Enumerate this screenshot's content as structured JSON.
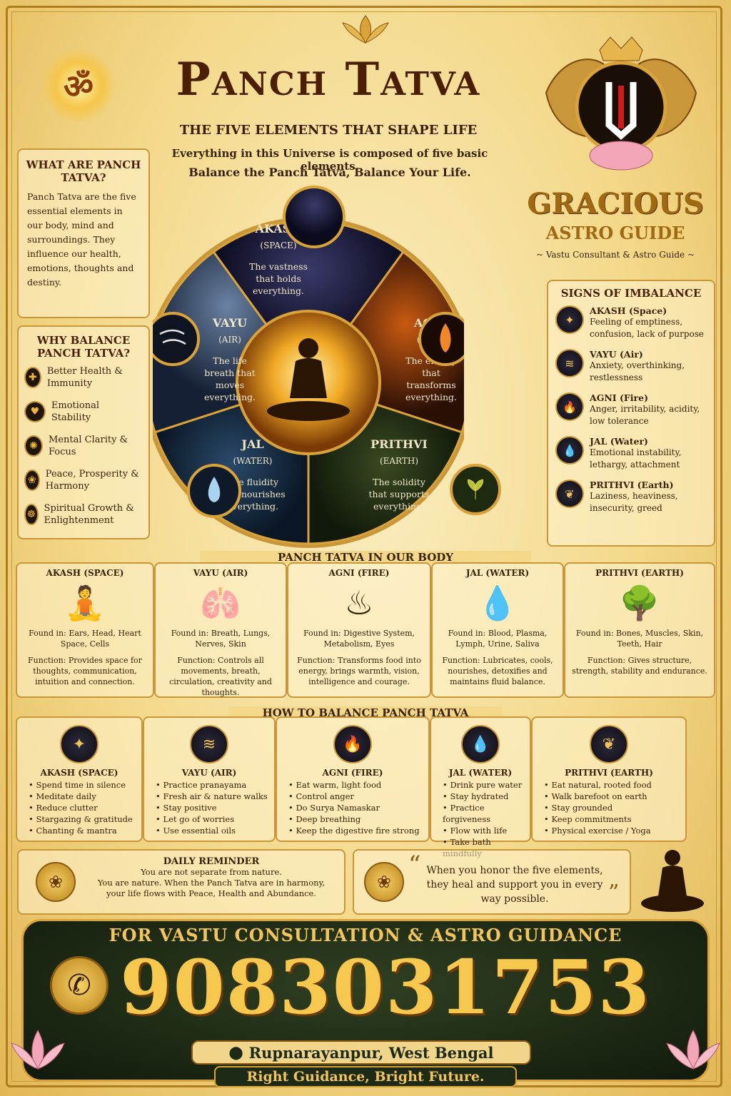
{
  "header": {
    "title": "Panch Tatva",
    "subtitle": "THE FIVE ELEMENTS THAT SHAPE LIFE",
    "line1": "Everything in this Universe is composed of five basic elements.",
    "line2": "Balance the Panch Tatva, Balance Your Life."
  },
  "brand": {
    "name": "GRACIOUS",
    "sub": "ASTRO GUIDE",
    "tagline": "~ Vastu Consultant & Astro Guide ~"
  },
  "what": {
    "title": "WHAT ARE PANCH TATVA?",
    "text": "Panch Tatva are the five essential elements in our body, mind and surroundings. They influence our health, emotions, thoughts and destiny."
  },
  "why": {
    "title": "WHY BALANCE PANCH TATVA?",
    "items": [
      "Better Health & Immunity",
      "Emotional Stability",
      "Mental Clarity & Focus",
      "Peace, Prosperity & Harmony",
      "Spiritual Growth & Enlightenment"
    ]
  },
  "wheel": [
    {
      "name": "AKASH",
      "sub": "(SPACE)",
      "desc": "The vastness that holds everything."
    },
    {
      "name": "AGNI",
      "sub": "(FIRE)",
      "desc": "The energy that transforms everything."
    },
    {
      "name": "PRITHVI",
      "sub": "(EARTH)",
      "desc": "The solidity that supports everything."
    },
    {
      "name": "JAL",
      "sub": "(WATER)",
      "desc": "The fluidity that nourishes everything."
    },
    {
      "name": "VAYU",
      "sub": "(AIR)",
      "desc": "The life breath that moves everything."
    }
  ],
  "imbalance": {
    "title": "SIGNS OF IMBALANCE",
    "items": [
      {
        "name": "AKASH (Space)",
        "text": "Feeling of emptiness, confusion, lack of purpose",
        "icon": "galaxy-icon"
      },
      {
        "name": "VAYU (Air)",
        "text": "Anxiety, overthinking, restlessness",
        "icon": "wind-icon"
      },
      {
        "name": "AGNI (Fire)",
        "text": "Anger, irritability, acidity, low tolerance",
        "icon": "flame-icon"
      },
      {
        "name": "JAL (Water)",
        "text": "Emotional instability, lethargy, attachment",
        "icon": "water-drop-icon"
      },
      {
        "name": "PRITHVI (Earth)",
        "text": "Laziness, heaviness, insecurity, greed",
        "icon": "leaf-icon"
      }
    ]
  },
  "body": {
    "title": "PANCH TATVA IN OUR BODY",
    "cols": [
      {
        "name": "AKASH (SPACE)",
        "found": "Found in: Ears, Head, Heart Space, Cells",
        "func": "Function: Provides space for thoughts, communication, intuition and connection."
      },
      {
        "name": "VAYU (AIR)",
        "found": "Found in: Breath, Lungs, Nerves, Skin",
        "func": "Function: Controls all movements, breath, circulation, creativity and thoughts."
      },
      {
        "name": "AGNI (FIRE)",
        "found": "Found in: Digestive System, Metabolism, Eyes",
        "func": "Function: Transforms food into energy, brings warmth, vision, intelligence and courage."
      },
      {
        "name": "JAL (WATER)",
        "found": "Found in: Blood, Plasma, Lymph, Urine, Saliva",
        "func": "Function: Lubricates, cools, nourishes, detoxifies and maintains fluid balance."
      },
      {
        "name": "PRITHVI (EARTH)",
        "found": "Found in: Bones, Muscles, Skin, Teeth, Hair",
        "func": "Function: Gives structure, strength, stability and endurance."
      }
    ]
  },
  "balance": {
    "title": "HOW TO BALANCE PANCH TATVA",
    "cols": [
      {
        "name": "AKASH (SPACE)",
        "items": [
          "Spend time in silence",
          "Meditate daily",
          "Reduce clutter",
          "Stargazing & gratitude",
          "Chanting & mantra"
        ]
      },
      {
        "name": "VAYU (AIR)",
        "items": [
          "Practice pranayama",
          "Fresh air & nature walks",
          "Stay positive",
          "Let go of worries",
          "Use essential oils"
        ]
      },
      {
        "name": "AGNI (FIRE)",
        "items": [
          "Eat warm, light food",
          "Control anger",
          "Do Surya Namaskar",
          "Deep breathing",
          "Keep the digestive fire strong"
        ]
      },
      {
        "name": "JAL (WATER)",
        "items": [
          "Drink pure water",
          "Stay hydrated",
          "Practice forgiveness",
          "Flow with life",
          "Take bath mindfully"
        ]
      },
      {
        "name": "PRITHVI (EARTH)",
        "items": [
          "Eat natural, rooted food",
          "Walk barefoot on earth",
          "Stay grounded",
          "Keep commitments",
          "Physical exercise / Yoga"
        ]
      }
    ]
  },
  "reminder": {
    "title": "DAILY REMINDER",
    "l1": "You are not separate from nature.",
    "l2": "You are nature. When the Panch Tatva are in harmony,",
    "l3": "your life flows with Peace, Health and Abundance."
  },
  "quote": {
    "text": "When you honor the five elements, they heal and support you in every way possible."
  },
  "footer": {
    "cta": "FOR VASTU CONSULTATION & ASTRO GUIDANCE",
    "phone": "9083031753",
    "location": "Rupnarayanpur, West Bengal",
    "slogan": "Right Guidance, Bright Future."
  },
  "colors": {
    "gold": "#c9973a",
    "darkGreen": "#1c2a16",
    "brown": "#3a2208"
  }
}
